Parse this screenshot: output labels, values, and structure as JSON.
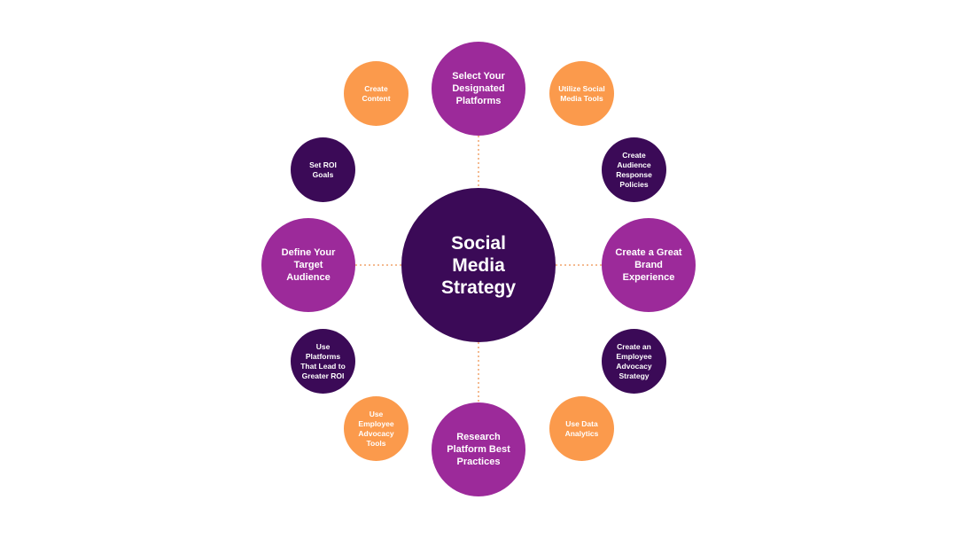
{
  "colors": {
    "dark_purple": "#3b0a57",
    "magenta_purple": "#9c2a9a",
    "orange": "#fb9a4c",
    "connector": "#f0a36b",
    "background": "#ffffff"
  },
  "center": {
    "label": "Social\nMedia\nStrategy"
  },
  "main_nodes": {
    "top": "Select Your\nDesignated\nPlatforms",
    "right": "Create a Great\nBrand\nExperience",
    "bottom": "Research\nPlatform Best\nPractices",
    "left": "Define Your\nTarget\nAudience"
  },
  "small_nodes": {
    "top_left_outer": "Create\nContent",
    "top_right_outer": "Utilize Social\nMedia Tools",
    "top_left_inner": "Set ROI\nGoals",
    "top_right_inner": "Create\nAudience\nResponse\nPolicies",
    "bottom_left_inner": "Use\nPlatforms\nThat Lead to\nGreater ROI",
    "bottom_right_inner": "Create an\nEmployee\nAdvocacy\nStrategy",
    "bottom_left_outer": "Use\nEmployee\nAdvocacy\nTools",
    "bottom_right_outer": "Use Data\nAnalytics"
  }
}
